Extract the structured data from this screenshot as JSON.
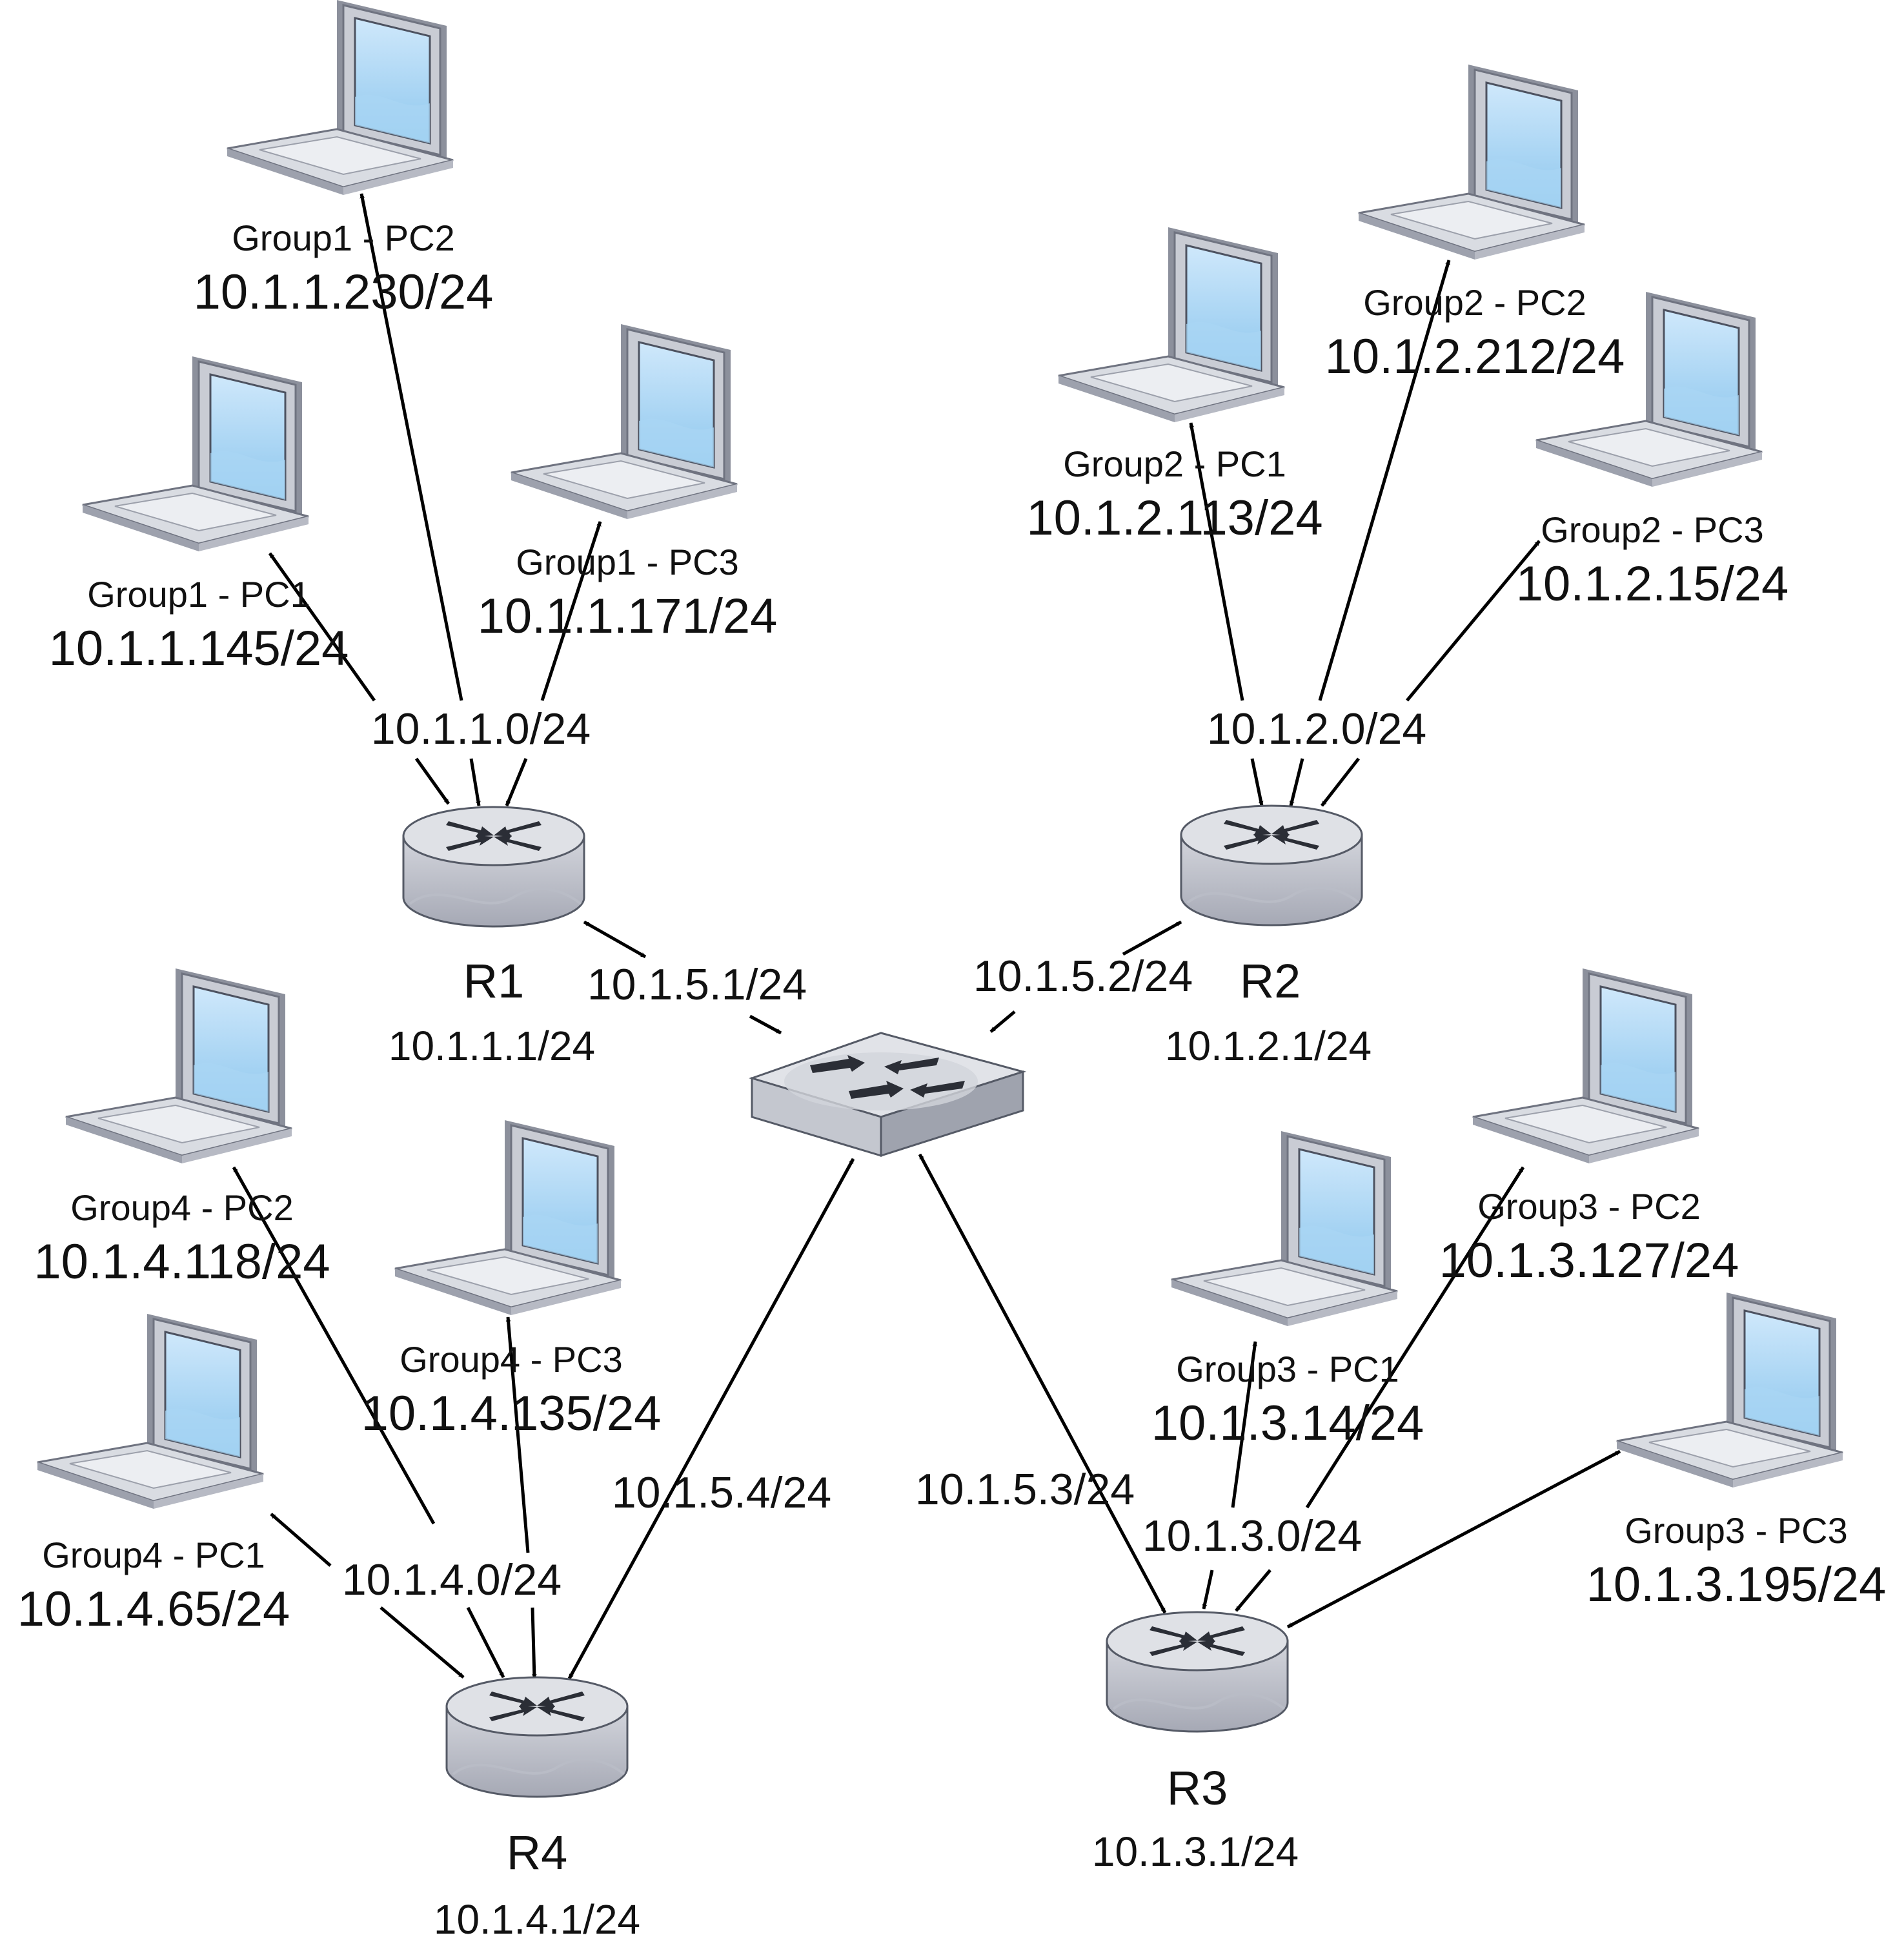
{
  "switch": {
    "name": ""
  },
  "routers": [
    {
      "id": "r1",
      "name": "R1",
      "ip": "10.1.1.1/24",
      "network": "10.1.1.0/24",
      "uplink": "10.1.5.1/24"
    },
    {
      "id": "r2",
      "name": "R2",
      "ip": "10.1.2.1/24",
      "network": "10.1.2.0/24",
      "uplink": "10.1.5.2/24"
    },
    {
      "id": "r3",
      "name": "R3",
      "ip": "10.1.3.1/24",
      "network": "10.1.3.0/24",
      "uplink": "10.1.5.3/24"
    },
    {
      "id": "r4",
      "name": "R4",
      "ip": "10.1.4.1/24",
      "network": "10.1.4.0/24",
      "uplink": "10.1.5.4/24"
    }
  ],
  "pcs": [
    {
      "id": "g1pc2",
      "name": "Group1 - PC2",
      "ip": "10.1.1.230/24",
      "router": "r1"
    },
    {
      "id": "g1pc1",
      "name": "Group1 - PC1",
      "ip": "10.1.1.145/24",
      "router": "r1"
    },
    {
      "id": "g1pc3",
      "name": "Group1 - PC3",
      "ip": "10.1.1.171/24",
      "router": "r1"
    },
    {
      "id": "g2pc1",
      "name": "Group2 - PC1",
      "ip": "10.1.2.113/24",
      "router": "r2"
    },
    {
      "id": "g2pc2",
      "name": "Group2 - PC2",
      "ip": "10.1.2.212/24",
      "router": "r2"
    },
    {
      "id": "g2pc3",
      "name": "Group2 - PC3",
      "ip": "10.1.2.15/24",
      "router": "r2"
    },
    {
      "id": "g3pc1",
      "name": "Group3 - PC1",
      "ip": "10.1.3.14/24",
      "router": "r3"
    },
    {
      "id": "g3pc2",
      "name": "Group3 - PC2",
      "ip": "10.1.3.127/24",
      "router": "r3"
    },
    {
      "id": "g3pc3",
      "name": "Group3 - PC3",
      "ip": "10.1.3.195/24",
      "router": "r3"
    },
    {
      "id": "g4pc1",
      "name": "Group4 - PC1",
      "ip": "10.1.4.65/24",
      "router": "r4"
    },
    {
      "id": "g4pc2",
      "name": "Group4 - PC2",
      "ip": "10.1.4.118/24",
      "router": "r4"
    },
    {
      "id": "g4pc3",
      "name": "Group4 - PC3",
      "ip": "10.1.4.135/24",
      "router": "r4"
    }
  ]
}
